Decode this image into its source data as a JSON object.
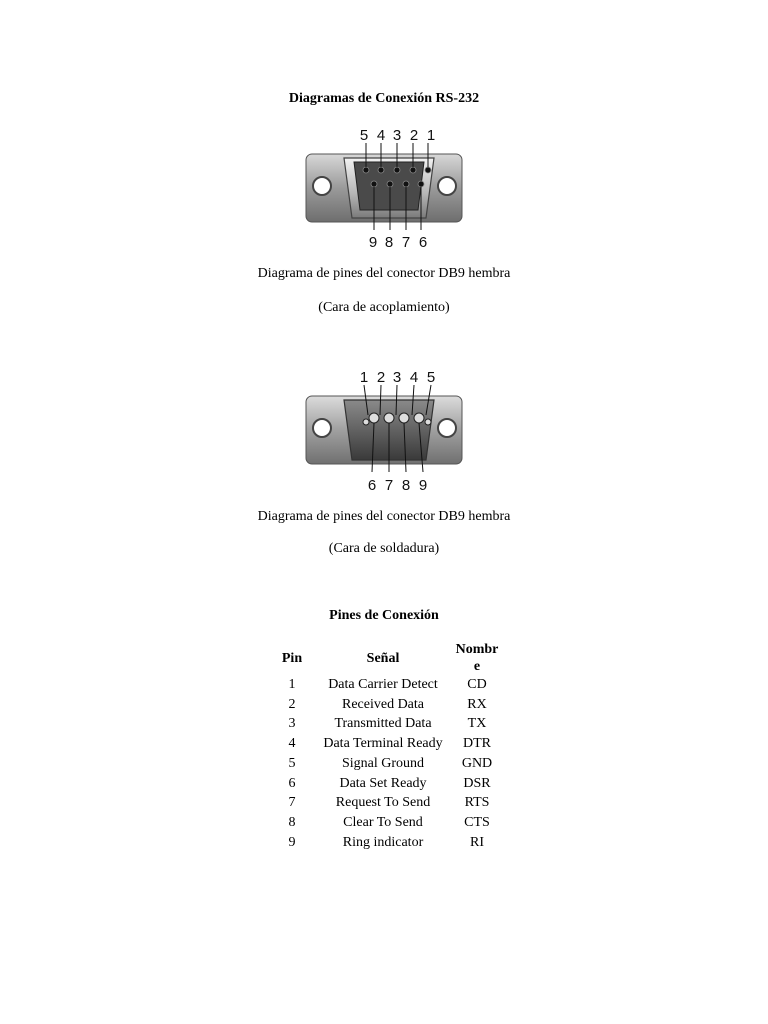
{
  "title": "Diagramas de Conexión RS-232",
  "connector1": {
    "top_labels": [
      "5",
      "4",
      "3",
      "2",
      "1"
    ],
    "bottom_labels": [
      "9",
      "8",
      "7",
      "6"
    ],
    "caption_line1": "Diagrama de pines del conector DB9 hembra",
    "caption_line2": "(Cara de acoplamiento)"
  },
  "connector2": {
    "top_labels": [
      "1",
      "2",
      "3",
      "4",
      "5"
    ],
    "bottom_labels": [
      "6",
      "7",
      "8",
      "9"
    ],
    "caption_line1": "Diagrama de pines del conector DB9 hembra",
    "caption_line2": "(Cara de soldadura)"
  },
  "pins_section": {
    "title": "Pines de Conexión",
    "headers": {
      "pin": "Pin",
      "signal": "Señal",
      "name": "Nombre"
    },
    "rows": [
      {
        "pin": "1",
        "signal": "Data Carrier Detect",
        "name": "CD"
      },
      {
        "pin": "2",
        "signal": "Received Data",
        "name": "RX"
      },
      {
        "pin": "3",
        "signal": "Transmitted Data",
        "name": "TX"
      },
      {
        "pin": "4",
        "signal": "Data Terminal Ready",
        "name": "DTR"
      },
      {
        "pin": "5",
        "signal": "Signal Ground",
        "name": "GND"
      },
      {
        "pin": "6",
        "signal": "Data Set Ready",
        "name": "DSR"
      },
      {
        "pin": "7",
        "signal": "Request To Send",
        "name": "RTS"
      },
      {
        "pin": "8",
        "signal": "Clear To Send",
        "name": "CTS"
      },
      {
        "pin": "9",
        "signal": "Ring indicator",
        "name": "RI"
      }
    ]
  }
}
